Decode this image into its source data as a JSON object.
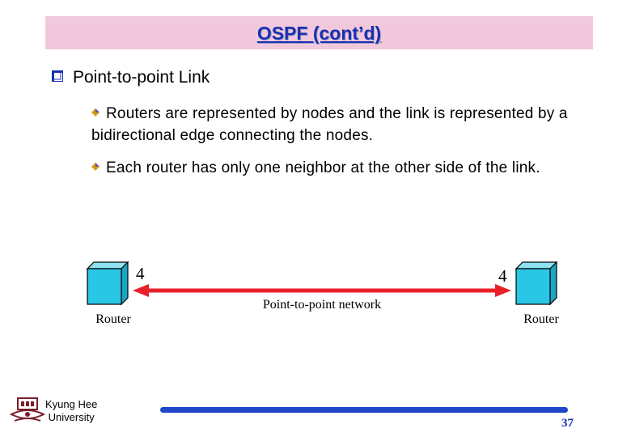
{
  "slide": {
    "title": "OSPF (cont’d)",
    "heading": "Point-to-point Link",
    "bullets": [
      "Routers are represented by nodes and the link is represented by a bidirectional edge connecting the nodes.",
      "Each router has only one neighbor at the other side of the link."
    ],
    "diagram": {
      "left_cost": "4",
      "right_cost": "4",
      "network_label": "Point-to-point network",
      "left_router_label": "Router",
      "right_router_label": "Router"
    },
    "footer": {
      "university_line1": "Kyung Hee",
      "university_line2": "University",
      "page_number": "37"
    }
  },
  "colors": {
    "title_bar": "#f2c9dc",
    "title_text": "#1a2fb0",
    "link_red": "#e8202a",
    "router_cyan": "#29c6e6",
    "footer_bar": "#1f45c8"
  }
}
